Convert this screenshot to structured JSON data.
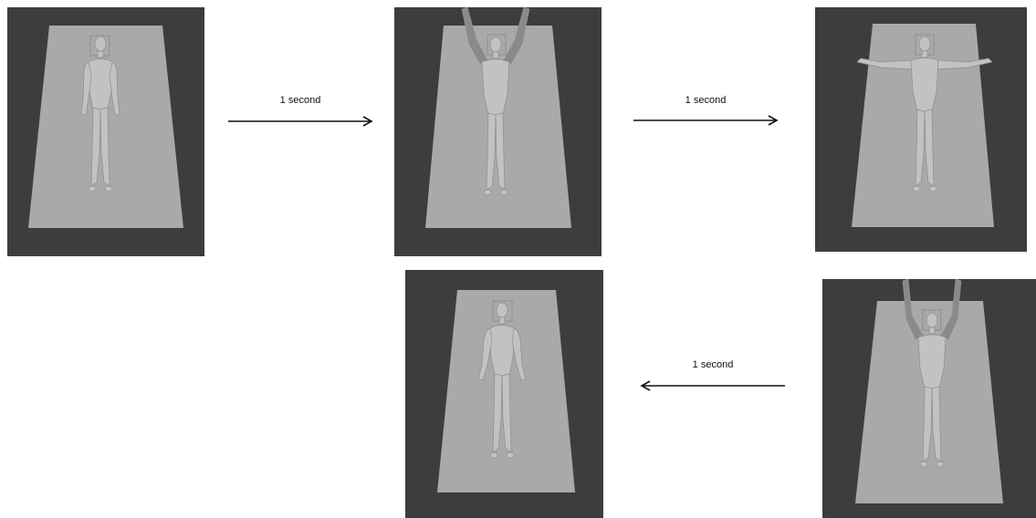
{
  "arrows": [
    {
      "label": "1 second"
    },
    {
      "label": "1 second"
    },
    {
      "label": "1 second"
    }
  ],
  "colors": {
    "background": "#3d3d3d",
    "mat": "#a9a9a9",
    "body": "#c2c2c2",
    "body_shadow": "#8e8e8e",
    "arrow": "#111111"
  },
  "frames": [
    {
      "pose": "arms-at-sides"
    },
    {
      "pose": "arms-raised-overhead"
    },
    {
      "pose": "arms-spread-horizontal"
    },
    {
      "pose": "arms-raised-overhead"
    },
    {
      "pose": "arms-at-sides"
    }
  ]
}
